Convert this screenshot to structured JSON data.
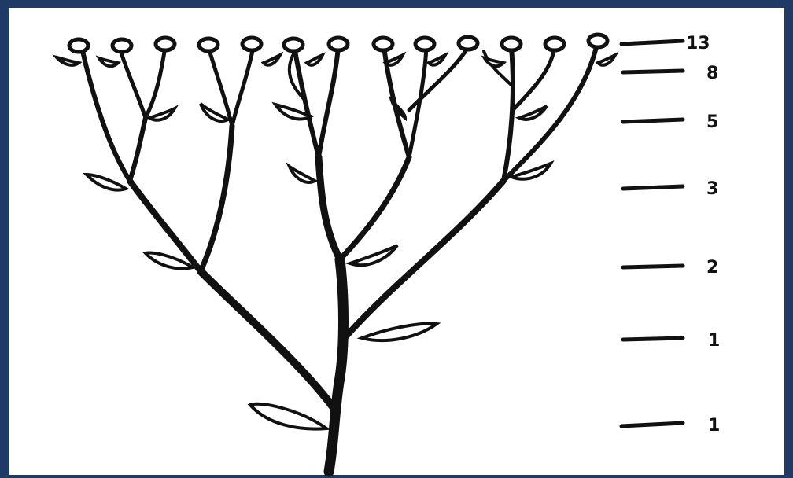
{
  "diagram": {
    "colors": {
      "frame": "#1f3a64",
      "background": "#ffffff",
      "ink": "#111111"
    },
    "levels": [
      {
        "label": "13"
      },
      {
        "label": "8"
      },
      {
        "label": "5"
      },
      {
        "label": "3"
      },
      {
        "label": "2"
      },
      {
        "label": "1"
      },
      {
        "label": "1"
      }
    ]
  }
}
